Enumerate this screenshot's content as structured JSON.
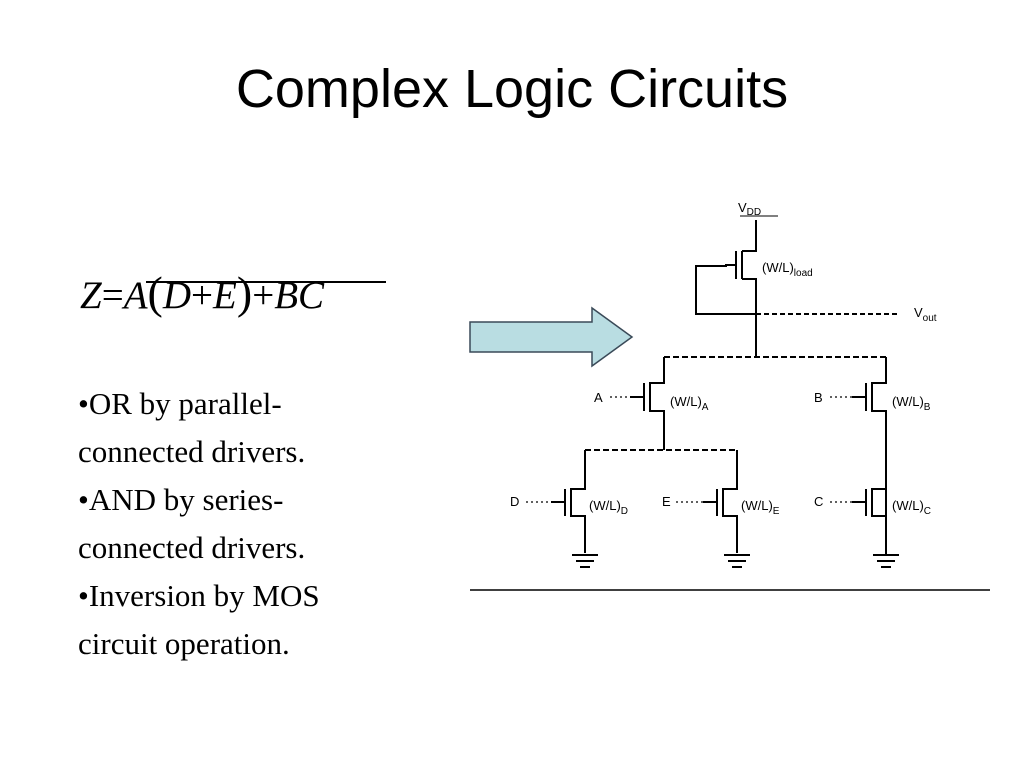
{
  "slide": {
    "title": "Complex Logic Circuits"
  },
  "equation": {
    "lhs": "Z",
    "eq": "=",
    "a": "A",
    "open": "(",
    "d": "D",
    "plus1": "+",
    "e": "E",
    "close": ")",
    "plus2": "+",
    "bc": "BC"
  },
  "bullets": [
    "•OR by parallel-connected drivers.",
    "•AND by series-connected drivers.",
    "•Inversion by MOS circuit operation."
  ],
  "arrow": {
    "fill": "#b9dde2",
    "stroke": "#3a4a58"
  },
  "circuit": {
    "vdd": "V",
    "vdd_sub": "DD",
    "vout": "V",
    "vout_sub": "out",
    "load": "(W/L)",
    "load_sub": "load",
    "input_a": "A",
    "input_b": "B",
    "input_c": "C",
    "input_d": "D",
    "input_e": "E",
    "wl_a": "(W/L)",
    "wl_a_sub": "A",
    "wl_b": "(W/L)",
    "wl_b_sub": "B",
    "wl_c": "(W/L)",
    "wl_c_sub": "C",
    "wl_d": "(W/L)",
    "wl_d_sub": "D",
    "wl_e": "(W/L)",
    "wl_e_sub": "E"
  }
}
